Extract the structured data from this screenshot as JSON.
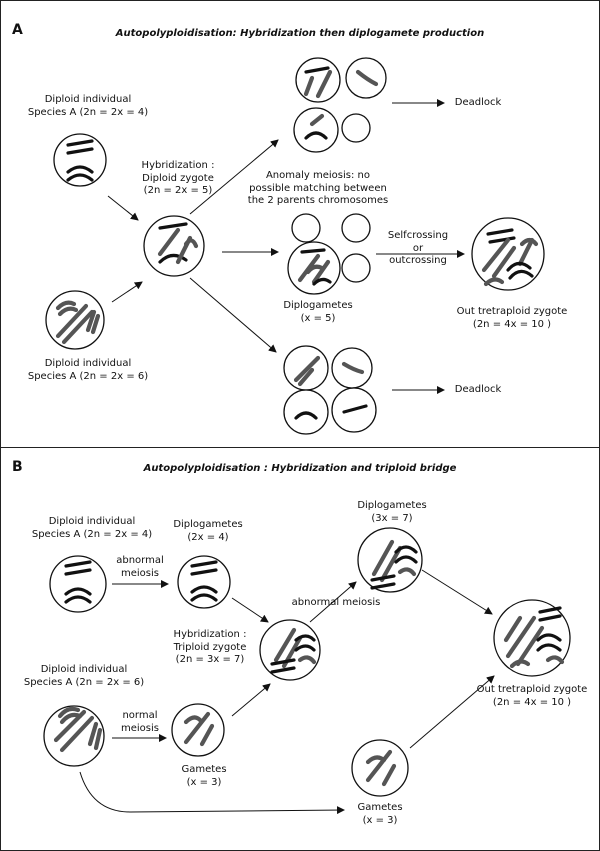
{
  "panel_a": {
    "letter": "A",
    "title": "Autopolyploidisation: Hybridization then diplogamete production",
    "parent1": [
      "Diploid individual",
      "Species  A (2n = 2x = 4)"
    ],
    "parent2": [
      "Diploid individual",
      "Species  A (2n = 2x = 6)"
    ],
    "hybrid": [
      "Hybridization :",
      "Diploid zygote",
      "(2n = 2x = 5)"
    ],
    "anomaly": [
      "Anomaly meiosis: no",
      "possible matching between",
      "the 2 parents chromosomes"
    ],
    "deadlock_top": "Deadlock",
    "deadlock_bottom": "Deadlock",
    "selfcross": [
      "Selfcrossing",
      "or",
      "outcrossing"
    ],
    "diplogametes": [
      "Diplogametes",
      "(x = 5)"
    ],
    "result": [
      "Out tretraploid zygote",
      "(2n = 4x = 10 )"
    ]
  },
  "panel_b": {
    "letter": "B",
    "title": "Autopolyploidisation : Hybridization and triploid bridge",
    "parent1": [
      "Diploid individual",
      "Species  A (2n = 2x = 4)"
    ],
    "abnormal1": [
      "abnormal",
      "meiosis"
    ],
    "diplogametes1": [
      "Diplogametes",
      "(2x = 4)"
    ],
    "diplogametes2": [
      "Diplogametes",
      "(3x = 7)"
    ],
    "abnormal2": "abnormal meiosis",
    "hybrid": [
      "Hybridization :",
      "Triploid zygote",
      "(2n = 3x = 7)"
    ],
    "parent2": [
      "Diploid individual",
      "Species  A (2n = 2x = 6)"
    ],
    "normal": [
      "normal",
      "meiosis"
    ],
    "gametes1": [
      "Gametes",
      "(x = 3)"
    ],
    "gametes2": [
      "Gametes",
      "(x = 3)"
    ],
    "result": [
      "Out tretraploid zygote",
      "(2n = 4x = 10 )"
    ]
  }
}
